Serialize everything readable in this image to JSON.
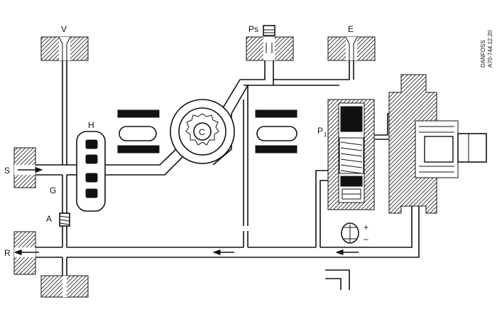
{
  "labels": {
    "V": "V",
    "Ps": "Ps",
    "E": "E",
    "H": "H",
    "C": "C",
    "P1": "P",
    "P1_sub": "1",
    "S": "S",
    "G": "G",
    "A": "A",
    "R": "R",
    "plus": "+",
    "minus": "–"
  },
  "watermark": {
    "line1": "DANFOSS",
    "line2": "A70-744.12.20"
  },
  "colors": {
    "ink": "#111111",
    "background": "#ffffff"
  }
}
